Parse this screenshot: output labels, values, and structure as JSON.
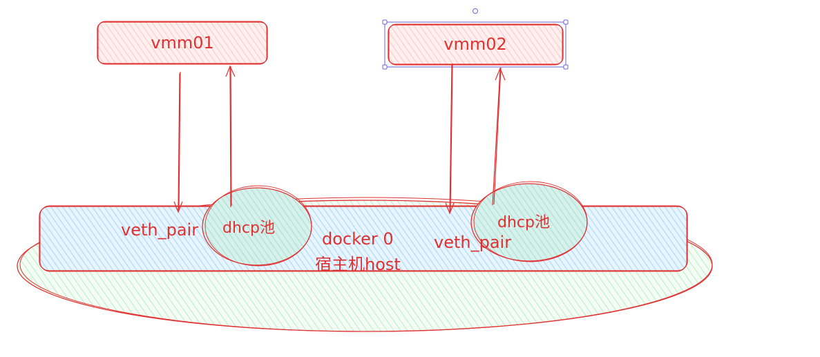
{
  "diagram": {
    "nodes": {
      "vm1": {
        "label": "vmm01"
      },
      "vm2": {
        "label": "vmm02"
      },
      "bridge": {
        "label": "docker 0"
      },
      "host": {
        "label": "宿主机host"
      },
      "veth1": {
        "label": "veth_pair"
      },
      "veth2": {
        "label": "veth_pair"
      },
      "dhcp1": {
        "label": "dhcp池"
      },
      "dhcp2": {
        "label": "dhcp池"
      }
    },
    "edges": [
      {
        "from": "vm1",
        "to": "veth1",
        "direction": "down"
      },
      {
        "from": "dhcp1",
        "to": "vm1",
        "direction": "up"
      },
      {
        "from": "vm2",
        "to": "veth2",
        "direction": "down"
      },
      {
        "from": "dhcp2",
        "to": "vm2",
        "direction": "up"
      }
    ],
    "selected_node": "vm2",
    "colors": {
      "stroke": "#e03131",
      "vm_fill": "#ffc9c9",
      "bridge_fill": "#a5d8ff",
      "host_fill": "#b2f2bb",
      "selection": "#6965db"
    }
  }
}
